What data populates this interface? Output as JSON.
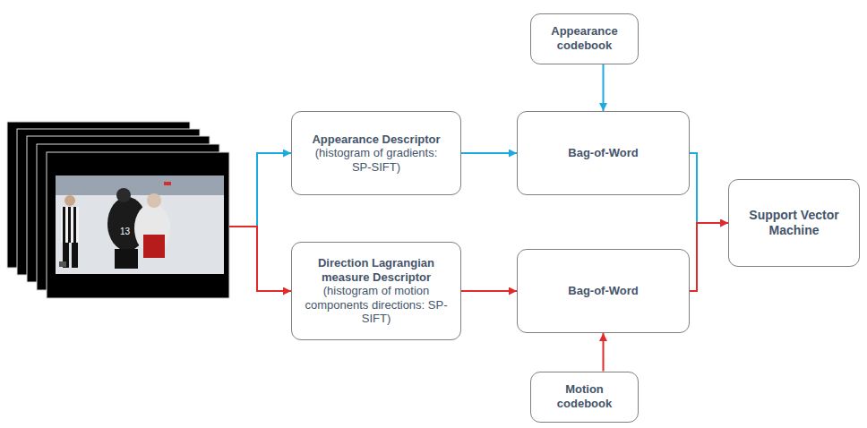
{
  "diagram": {
    "nodes": [
      {
        "text": [
          "Appearance codebook"
        ]
      },
      {
        "text": [
          "Appearance Descriptor",
          "(histogram of gradients: SP-SIFT)"
        ]
      },
      {
        "text": [
          "Bag-of-Word"
        ]
      },
      {
        "text": [
          "Direction Lagrangian measure Descriptor",
          "(histogram of motion components directions: SP-SIFT)"
        ]
      },
      {
        "text": [
          "Bag-of-Word"
        ]
      },
      {
        "text": [
          "Motion codebook"
        ]
      },
      {
        "text": [
          "Support Vector Machine"
        ]
      }
    ],
    "edges": [
      {
        "from": 0,
        "to": 2,
        "arrow": "to"
      },
      {
        "from": 1,
        "to": 2,
        "arrow": "to"
      },
      {
        "from": 3,
        "to": 4,
        "arrow": "to"
      },
      {
        "from": 5,
        "to": 4,
        "arrow": "to"
      },
      {
        "from": 2,
        "to": 6,
        "arrow": "to"
      },
      {
        "from": 4,
        "to": 6,
        "arrow": "to"
      }
    ]
  }
}
